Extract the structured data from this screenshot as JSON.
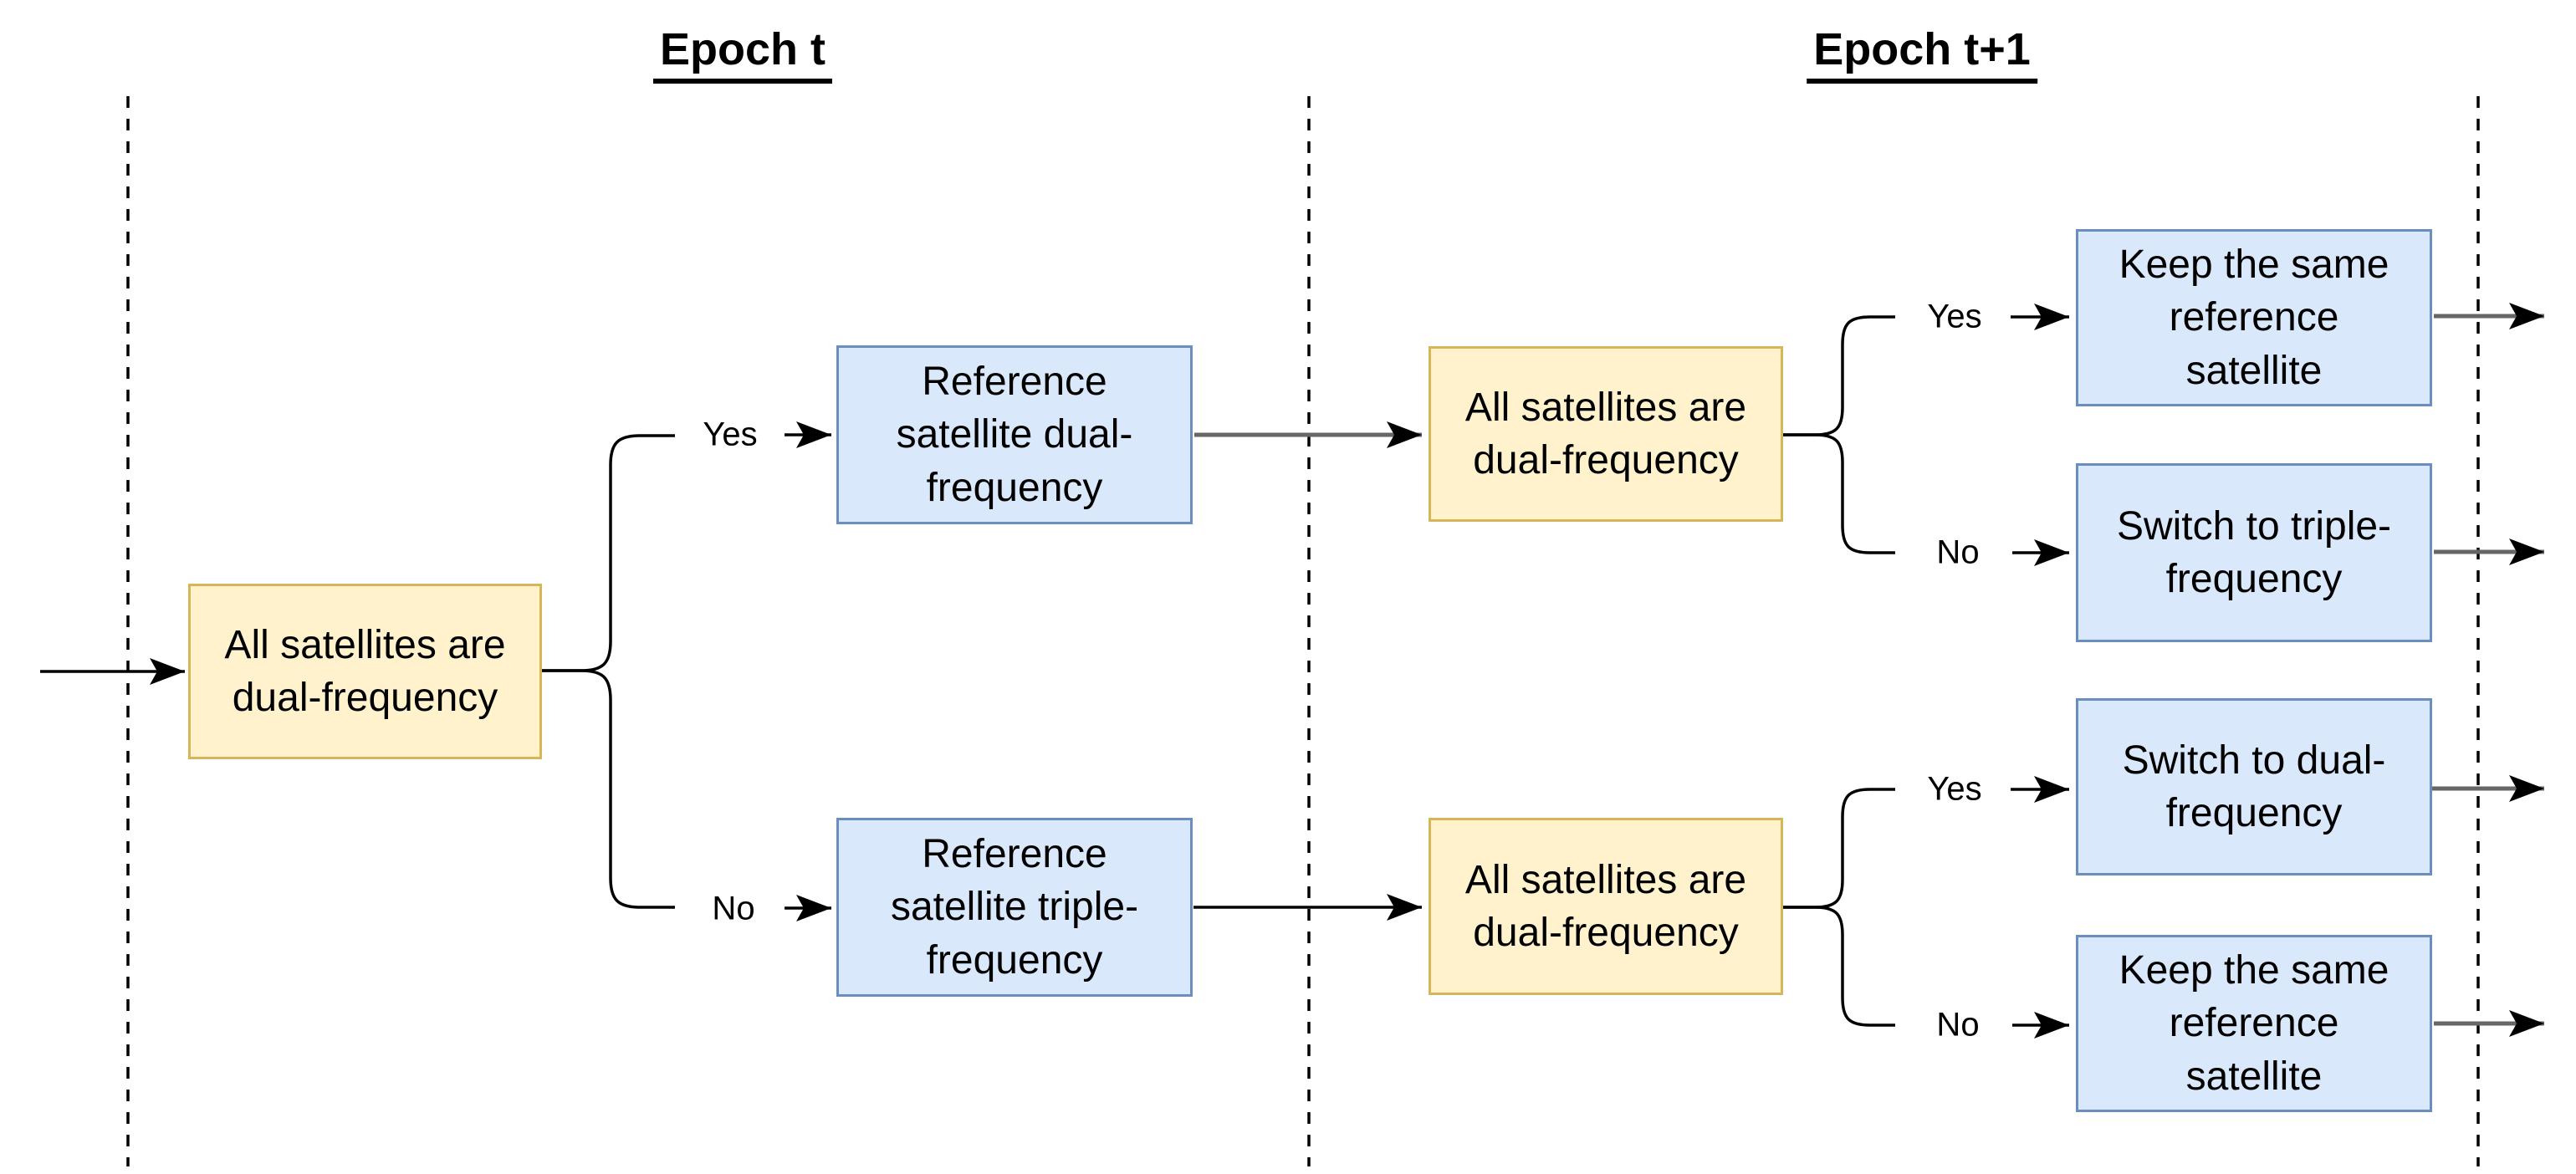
{
  "headers": {
    "epoch_t": "Epoch t",
    "epoch_t_plus_1": "Epoch t+1"
  },
  "nodes": {
    "start_check": {
      "kind": "condition",
      "text": "All satellites are dual-frequency",
      "lines": [
        "All satellites are",
        "dual-frequency"
      ]
    },
    "ref_dual": {
      "kind": "action",
      "text": "Reference satellite dual-frequency",
      "lines": [
        "Reference",
        "satellite dual-",
        "frequency"
      ]
    },
    "ref_triple": {
      "kind": "action",
      "text": "Reference satellite triple-frequency",
      "lines": [
        "Reference",
        "satellite triple-",
        "frequency"
      ]
    },
    "check_after_dual": {
      "kind": "condition",
      "text": "All satellites are dual-frequency",
      "lines": [
        "All satellites are",
        "dual-frequency"
      ]
    },
    "check_after_triple": {
      "kind": "condition",
      "text": "All satellites are dual-frequency",
      "lines": [
        "All satellites are",
        "dual-frequency"
      ]
    },
    "keep_same_top": {
      "kind": "action",
      "text": "Keep the same reference satellite",
      "lines": [
        "Keep the same",
        "reference",
        "satellite"
      ]
    },
    "switch_triple": {
      "kind": "action",
      "text": "Switch to triple-frequency",
      "lines": [
        "Switch to triple-",
        "frequency"
      ]
    },
    "switch_dual": {
      "kind": "action",
      "text": "Switch to dual-frequency",
      "lines": [
        "Switch to dual-",
        "frequency"
      ]
    },
    "keep_same_bottom": {
      "kind": "action",
      "text": "Keep the same reference satellite",
      "lines": [
        "Keep the same",
        "reference",
        "satellite"
      ]
    }
  },
  "edge_labels": {
    "yes_1": "Yes",
    "no_1": "No",
    "yes_2": "Yes",
    "no_2": "No",
    "yes_3": "Yes",
    "no_3": "No"
  },
  "colors": {
    "node_yellow_fill": "#fff2cc",
    "node_yellow_border": "#d6b656",
    "node_blue_fill": "#dae8fc",
    "node_blue_border": "#6c8ebf",
    "edge_black": "#000000",
    "edge_gray": "#666666",
    "dashed_line": "#000000"
  }
}
